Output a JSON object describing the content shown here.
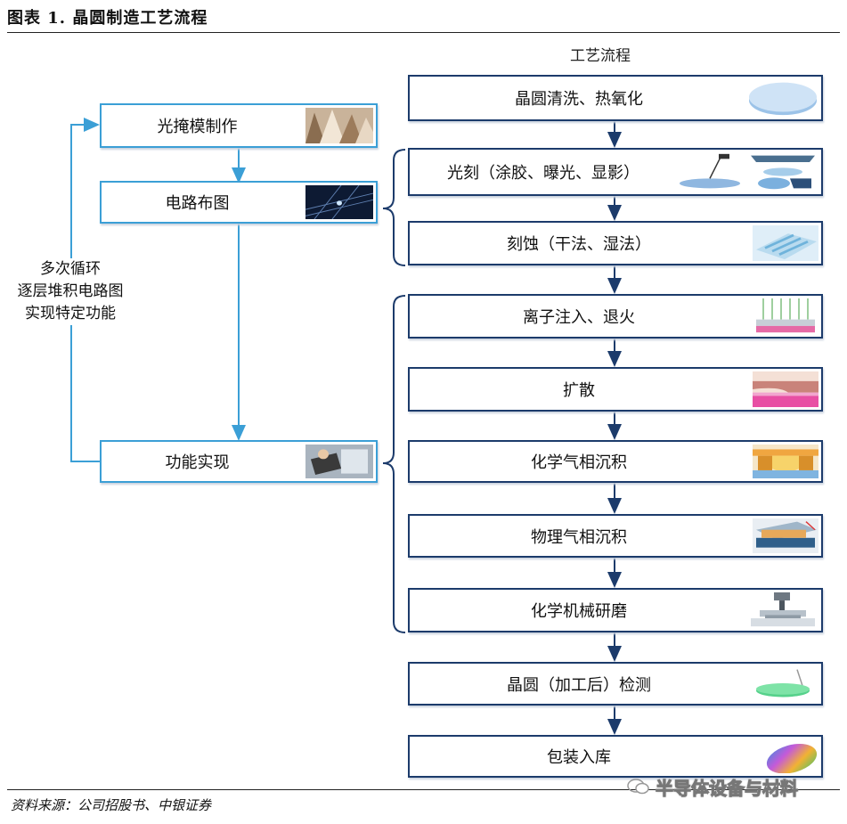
{
  "figure_title": "图表 1. 晶圆制造工艺流程",
  "flow_title": "工艺流程",
  "left_steps": [
    {
      "label": "光掩模制作",
      "icon": "photomask-image"
    },
    {
      "label": "电路布图",
      "icon": "circuit-layout-image"
    },
    {
      "label": "功能实现",
      "icon": "function-chip-image"
    }
  ],
  "cycle_note": [
    "多次循环",
    "逐层堆积电路图",
    "实现特定功能"
  ],
  "process_steps": [
    {
      "label": "晶圆清洗、热氧化",
      "icon": "wafer-disc-image"
    },
    {
      "label": "光刻（涂胶、曝光、显影）",
      "icon": "lithography-image"
    },
    {
      "label": "刻蚀（干法、湿法）",
      "icon": "etching-image"
    },
    {
      "label": "离子注入、退火",
      "icon": "ion-implant-image"
    },
    {
      "label": "扩散",
      "icon": "diffusion-image"
    },
    {
      "label": "化学气相沉积",
      "icon": "cvd-image"
    },
    {
      "label": "物理气相沉积",
      "icon": "pvd-image"
    },
    {
      "label": "化学机械研磨",
      "icon": "cmp-machine-image"
    },
    {
      "label": "晶圆（加工后）检测",
      "icon": "wafer-inspection-image"
    },
    {
      "label": "包装入库",
      "icon": "finished-wafer-image"
    }
  ],
  "source": "资料来源：公司招股书、中银证券",
  "watermark": "半导体设备与材料",
  "colors": {
    "right_border": "#1c3b6b",
    "left_border": "#3b9fd6",
    "arrow": "#3b9fd6",
    "text": "#111111"
  }
}
